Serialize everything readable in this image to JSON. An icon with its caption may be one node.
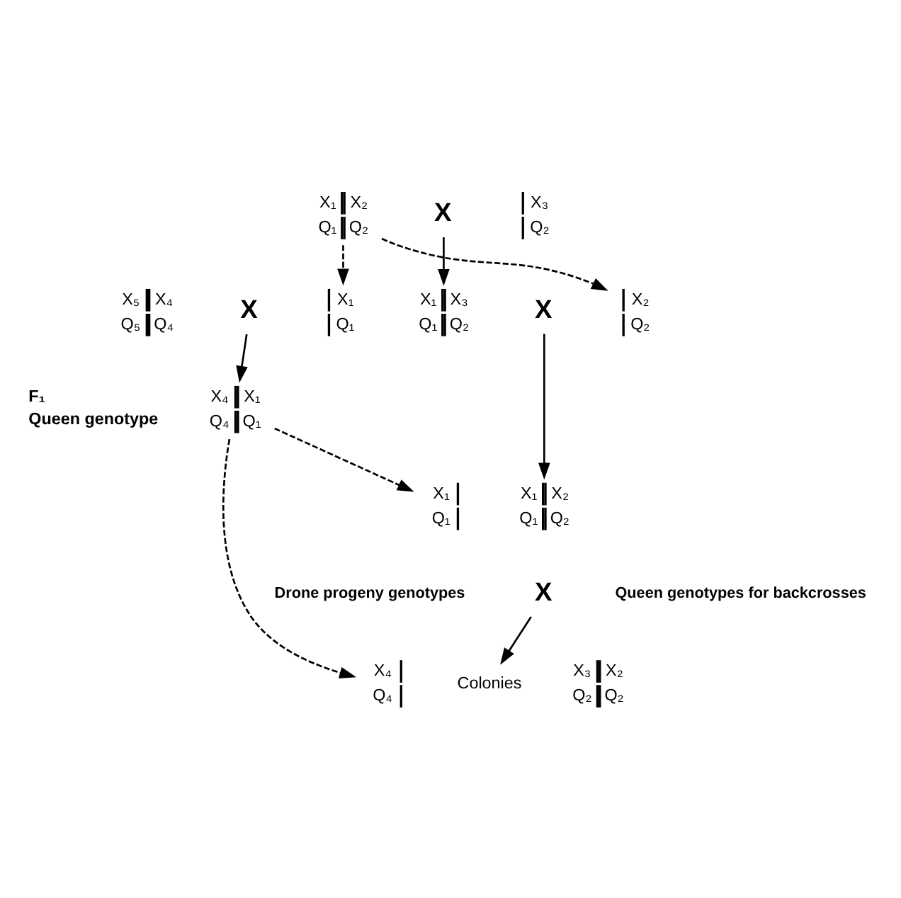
{
  "diagram": {
    "nodes": [
      {
        "text": [
          "X₁",
          "X₂",
          "Q₁",
          "Q₂"
        ]
      },
      {
        "text": [
          "X"
        ]
      },
      {
        "text": [
          "X₃",
          "Q₂"
        ]
      },
      {
        "text": [
          "X₅",
          "X₄",
          "Q₅",
          "Q₄"
        ]
      },
      {
        "text": [
          "X"
        ]
      },
      {
        "text": [
          "X₁",
          "Q₁"
        ]
      },
      {
        "text": [
          "X₁",
          "X₃",
          "Q₁",
          "Q₂"
        ]
      },
      {
        "text": [
          "X"
        ]
      },
      {
        "text": [
          "X₂",
          "Q₂"
        ]
      },
      {
        "text": [
          "X₄",
          "X₁",
          "Q₄",
          "Q₁"
        ],
        "beside": [
          "F₁",
          "Queen genotype"
        ]
      },
      {
        "text": [
          "X₁",
          "Q₁"
        ]
      },
      {
        "text": [
          "X₁",
          "X₂",
          "Q₁",
          "Q₂"
        ]
      },
      {
        "text": [
          "X"
        ]
      },
      {
        "text": [
          "X₄",
          "Q₄"
        ]
      },
      {
        "text": [
          "X₃",
          "X₂",
          "Q₂",
          "Q₂"
        ]
      },
      {
        "text": [
          "Colonies"
        ]
      }
    ],
    "edges": [
      {
        "from": 0,
        "to": 5,
        "arrow": "to",
        "style": "dashed"
      },
      {
        "from": 0,
        "to": 8,
        "arrow": "to",
        "style": "dashed"
      },
      {
        "from": 1,
        "to": 6,
        "arrow": "to"
      },
      {
        "from": 4,
        "to": 9,
        "arrow": "to"
      },
      {
        "from": 7,
        "to": 11,
        "arrow": "to"
      },
      {
        "from": 9,
        "to": 10,
        "arrow": "to",
        "style": "dashed"
      },
      {
        "from": 9,
        "to": 13,
        "arrow": "to",
        "style": "dashed"
      },
      {
        "from": 12,
        "to": 15,
        "arrow": "to"
      }
    ],
    "labels": [
      "Drone progeny genotypes",
      "Queen genotypes for backcrosses"
    ]
  }
}
